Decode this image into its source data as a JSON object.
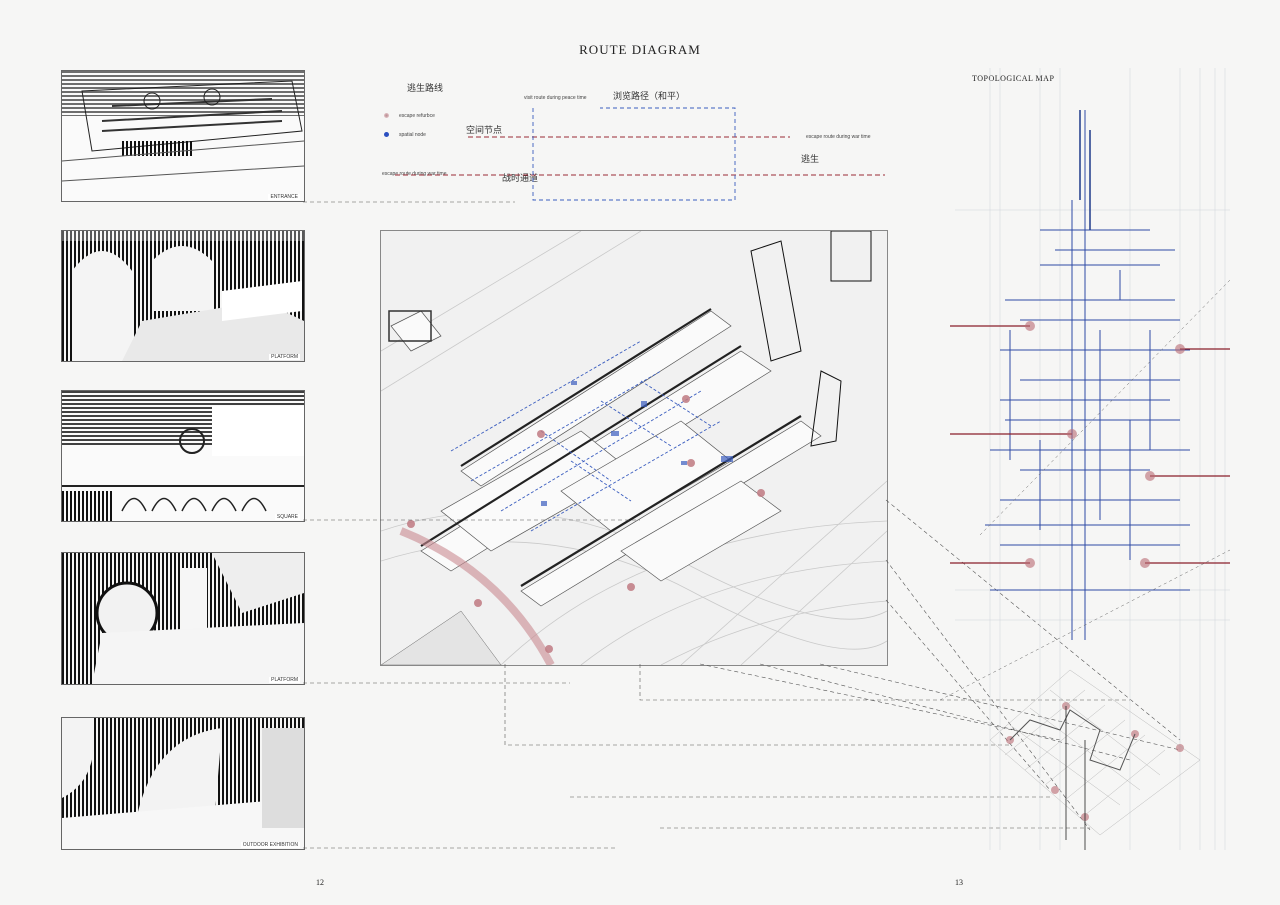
{
  "page": {
    "title": "ROUTE DIAGRAM",
    "topology_title": "TOPOLOGICAL MAP",
    "page_left": "12",
    "page_right": "13"
  },
  "thumbnails": [
    {
      "label": "ENTRANCE"
    },
    {
      "label": "PLATFORM"
    },
    {
      "label": "SQUARE"
    },
    {
      "label": "PLATFORM"
    },
    {
      "label": "OUTDOOR EXHIBITION"
    }
  ],
  "legend": {
    "heading": "逃生路线",
    "escape_label": "escape refurbce",
    "spatial_label": "spatial node",
    "peace_route_label": "visit route during peace time",
    "peace_route_cn": "浏览路径（和平）",
    "space_node_cn": "空间节点",
    "escape_war_label": "escape route during war time",
    "escape_cn": "逃生",
    "war_route_label": "escape route during war time",
    "war_route_cn": "战时通道",
    "colors": {
      "escape": "#8a1f2a",
      "spatial": "#2b4fc0",
      "route_blue": "#3a5dbf",
      "route_red": "#9b2a35"
    }
  }
}
